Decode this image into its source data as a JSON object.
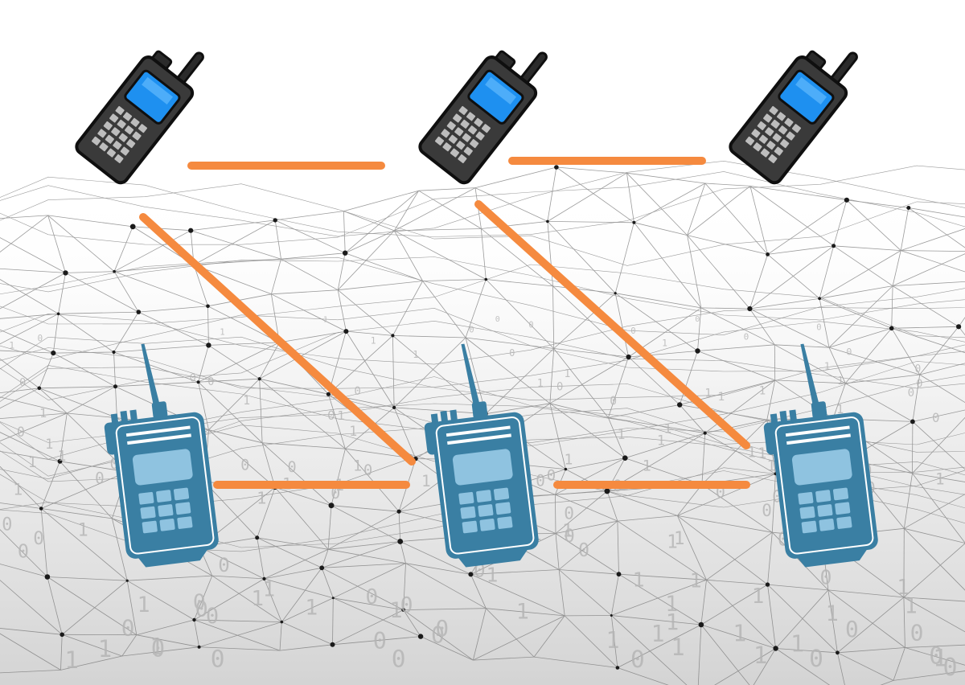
{
  "colors": {
    "background": "#ffffff",
    "link": "#f58a3f",
    "mesh_line": "#7a7a7a",
    "mesh_node": "#1a1a1a",
    "ground_shade": "#c8c8c8",
    "binary_digits": "#b4b4b4",
    "phone_body": "#2b2b2b",
    "phone_outline": "#0f0f0f",
    "phone_screen": "#1e90f0",
    "phone_keys": "#bdbdbd",
    "radio_body": "#3a7fa3",
    "radio_light": "#8fc3e0"
  },
  "icons": {
    "handheld": "handheld-radio-icon",
    "walkie": "walkie-talkie-icon"
  },
  "devices": [
    {
      "type": "handheld",
      "name": "handheld-radio-left"
    },
    {
      "type": "handheld",
      "name": "handheld-radio-center"
    },
    {
      "type": "handheld",
      "name": "handheld-radio-right"
    },
    {
      "type": "walkie",
      "name": "walkie-talkie-left"
    },
    {
      "type": "walkie",
      "name": "walkie-talkie-center"
    },
    {
      "type": "walkie",
      "name": "walkie-talkie-right"
    }
  ]
}
